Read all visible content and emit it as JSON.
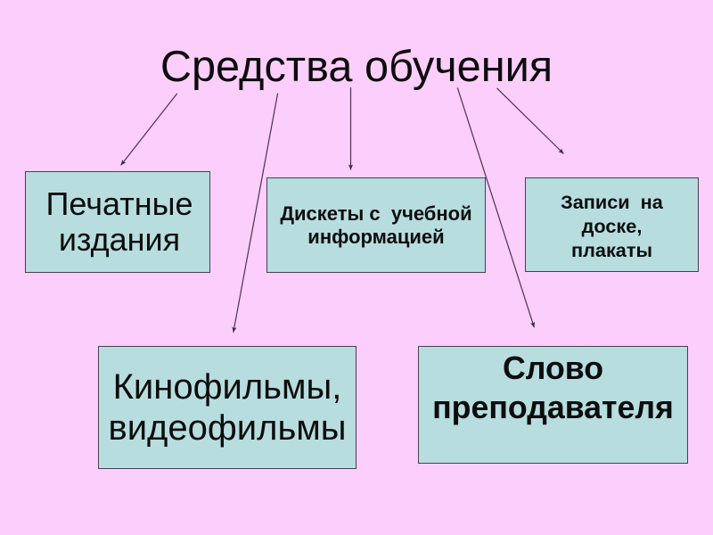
{
  "slide": {
    "title": "Средства обучения",
    "background_color": "#fccefb",
    "box_fill_color": "#b7dddf",
    "box_border_color": "#464150",
    "arrow_color": "#3c2841",
    "text_color": "#0d0d0d"
  },
  "nodes": [
    {
      "id": "printed",
      "text": "Печатные\nиздания"
    },
    {
      "id": "diskettes",
      "text": "Дискеты с  учебной\nинформацией"
    },
    {
      "id": "board",
      "text": "Записи  на\nдоске,\nплакаты"
    },
    {
      "id": "films",
      "text": "Кинофильмы,\nвидеофильмы"
    },
    {
      "id": "teacher",
      "text": "Слово\nпреподавателя"
    }
  ],
  "arrows": [
    {
      "from": "title",
      "to": "printed"
    },
    {
      "from": "title",
      "to": "films"
    },
    {
      "from": "title",
      "to": "diskettes"
    },
    {
      "from": "title",
      "to": "teacher"
    },
    {
      "from": "title",
      "to": "board"
    }
  ]
}
